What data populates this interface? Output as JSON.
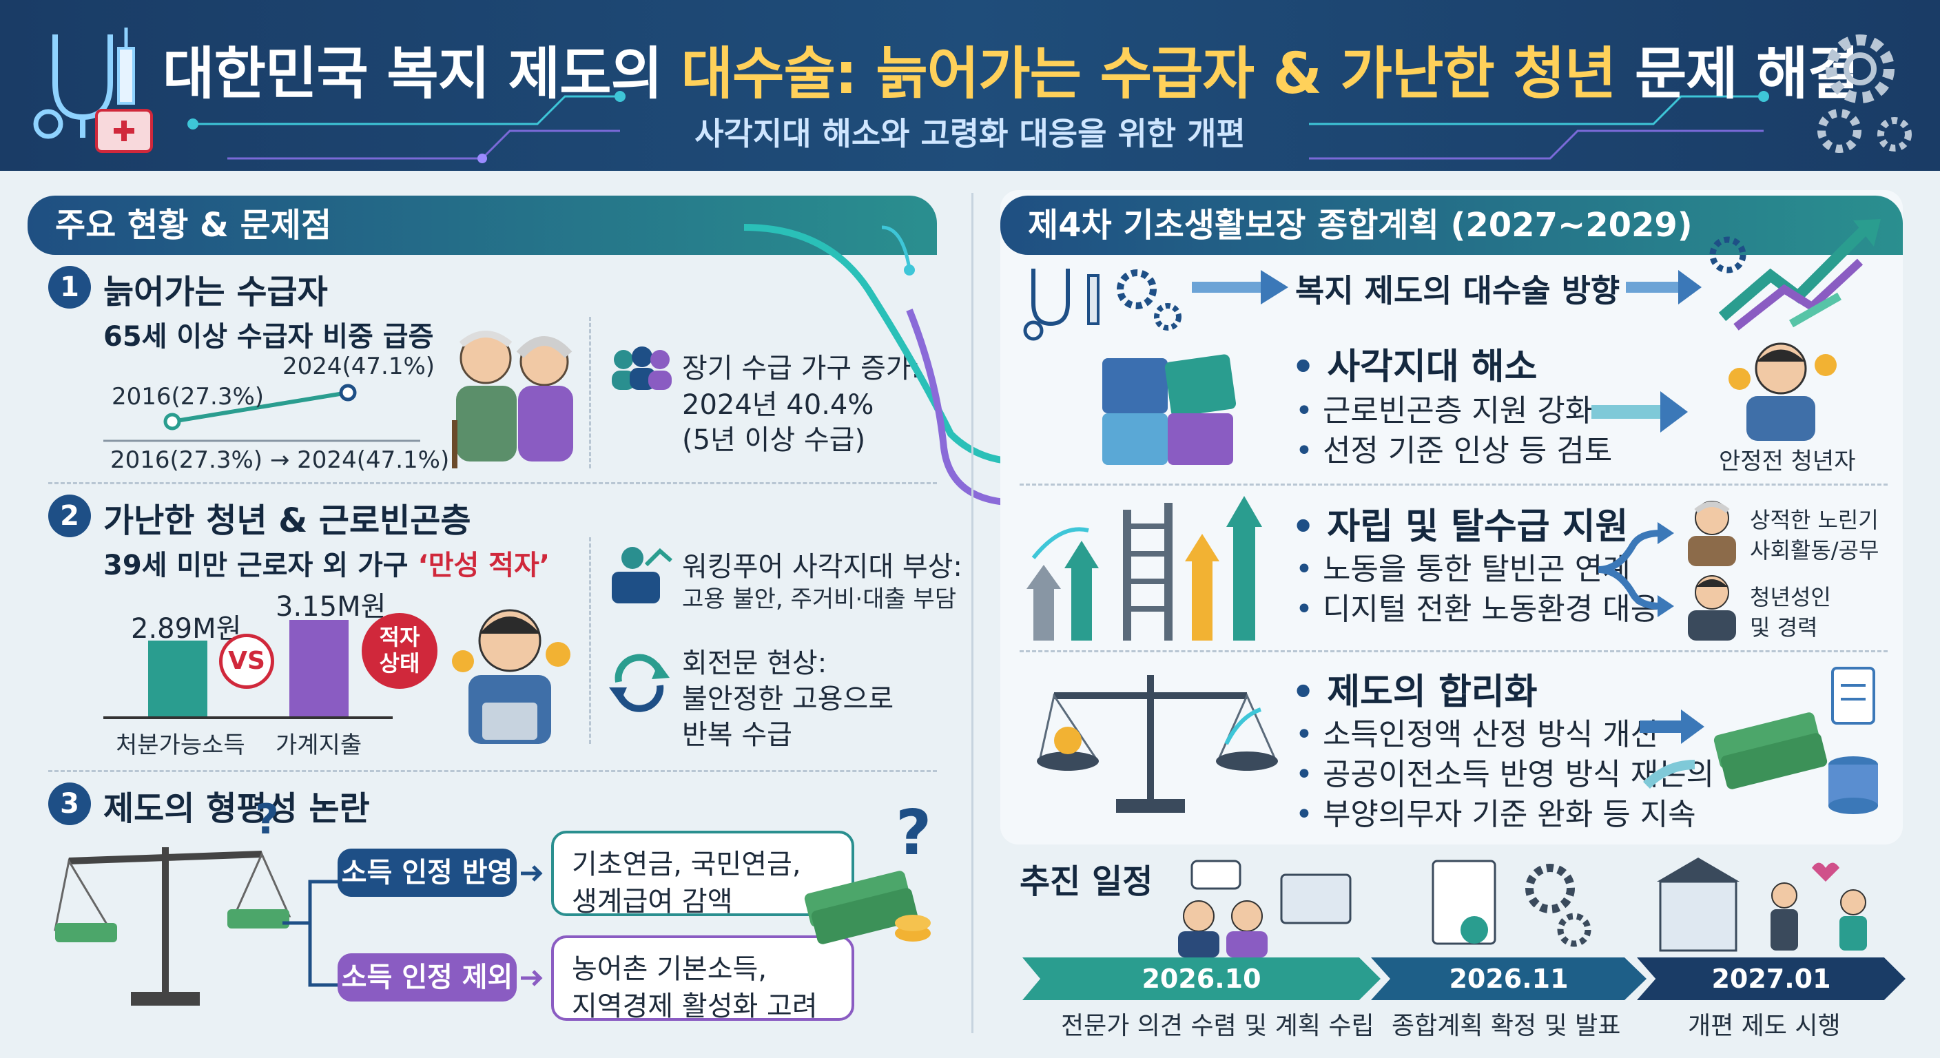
{
  "header": {
    "title_part1": "대한민국 복지 제도의 ",
    "title_highlight": "대수술: 늙어가는 수급자 & 가난한 청년",
    "title_part2": " 문제 해결",
    "subtitle": "사각지대 해소와 고령화 대응을 위한 개편"
  },
  "left": {
    "section_title": "주요 현황 & 문제점",
    "item1": {
      "num": "1",
      "title": "늙어가는 수급자",
      "desc": "65세 이상 수급자 비중 급증",
      "label_2016": "2016(27.3%)",
      "label_2024": "2024(47.1%)",
      "axis_caption": "2016(27.3%) → 2024(47.1%)",
      "side_title": "장기 수급 가구 증가:",
      "side_line1": "2024년 40.4%",
      "side_line2": "(5년 이상 수급)"
    },
    "item2": {
      "num": "2",
      "title": "가난한 청년 & 근로빈곤층",
      "desc_prefix": "39세 미만 근로자 외 가구 ",
      "desc_highlight": "‘만성 적자’",
      "bar1_value": "2.89M원",
      "bar2_value": "3.15M원",
      "bar1_label": "처분가능소득",
      "bar2_label": "가계지출",
      "vs": "VS",
      "deficit_line1": "적자",
      "deficit_line2": "상태",
      "side1_title": "워킹푸어 사각지대 부상:",
      "side1_line": "고용 불안, 주거비·대출 부담",
      "side2_title": "회전문 현상:",
      "side2_line1": "불안정한 고용으로",
      "side2_line2": "반복 수급"
    },
    "item3": {
      "num": "3",
      "title": "제도의 형평성 논란",
      "pill1": "소득 인정 반영",
      "pill2": "소득 인정 제외",
      "box1_line1": "기초연금, 국민연금,",
      "box1_line2": "생계급여 감액",
      "box2_line1": "농어촌 기본소득,",
      "box2_line2": "지역경제 활성화 고려"
    }
  },
  "right": {
    "section_title": "제4차 기초생활보장 종합계획 (2027~2029)",
    "direction": "복지 제도의 대수술 방향",
    "block1": {
      "title": "사각지대 해소",
      "b1": "근로빈곤층 지원 강화",
      "b2": "선정 기준 인상 등 검토",
      "result": "안정전 청년자"
    },
    "block2": {
      "title": "자립 및 탈수급 지원",
      "b1": "노동을 통한 탈빈곤 연계",
      "b2": "디지털 전환 노동환경 대응",
      "r1_line1": "상적한 노린기",
      "r1_line2": "사회활동/공무",
      "r2_line1": "청년성인",
      "r2_line2": "및 경력"
    },
    "block3": {
      "title": "제도의 합리화",
      "b1": "소득인정액 산정 방식 개선",
      "b2": "공공이전소득 반영 방식 재논의",
      "b3": "부양의무자 기준 완화 등 지속"
    }
  },
  "schedule": {
    "title": "추진 일정",
    "steps": [
      {
        "date": "2026.10",
        "desc": "전문가 의견 수렴 및 계획 수립"
      },
      {
        "date": "2026.11",
        "desc": "종합계획 확정 및 발표"
      },
      {
        "date": "2027.01",
        "desc": "개편 제도 시행"
      }
    ]
  },
  "colors": {
    "navy": "#1e4f86",
    "teal": "#2a8f8f",
    "purple": "#8a5cc2",
    "red": "#d0283b",
    "gold": "#ffd15a"
  },
  "icons": [
    "stethoscope-icon",
    "syringe-icon",
    "medical-kit-icon",
    "gear-icon",
    "elderly-couple-icon",
    "people-group-icon",
    "worker-icon",
    "cycle-icon",
    "scale-icon",
    "money-stack-icon",
    "question-icon",
    "puzzle-icon",
    "trend-arrows-icon",
    "ladder-icon",
    "document-icon",
    "database-icon",
    "meeting-icon",
    "building-icon",
    "handshake-icon"
  ]
}
